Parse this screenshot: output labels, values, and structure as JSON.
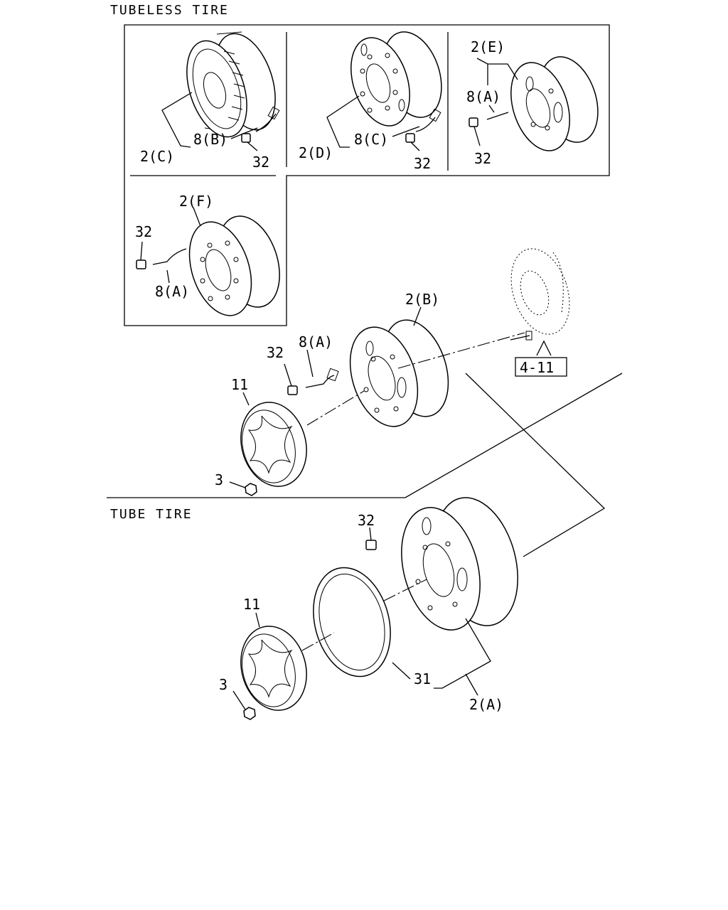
{
  "sections": {
    "tubeless": "TUBELESS TIRE",
    "tube": "TUBE TIRE"
  },
  "labels": {
    "p2C": "2(C)",
    "p8B": "8(B)",
    "p32a": "32",
    "p2D": "2(D)",
    "p8C": "8(C)",
    "p32b": "32",
    "p2E": "2(E)",
    "p8Aa": "8(A)",
    "p32c": "32",
    "p2F": "2(F)",
    "p32d": "32",
    "p8Ab": "8(A)",
    "p2B": "2(B)",
    "p32e": "32",
    "p8Ac": "8(A)",
    "p11a": "11",
    "p3a": "3",
    "ref": "4-11",
    "p32f": "32",
    "p11b": "11",
    "p31": "31",
    "p3b": "3",
    "p2A": "2(A)"
  }
}
